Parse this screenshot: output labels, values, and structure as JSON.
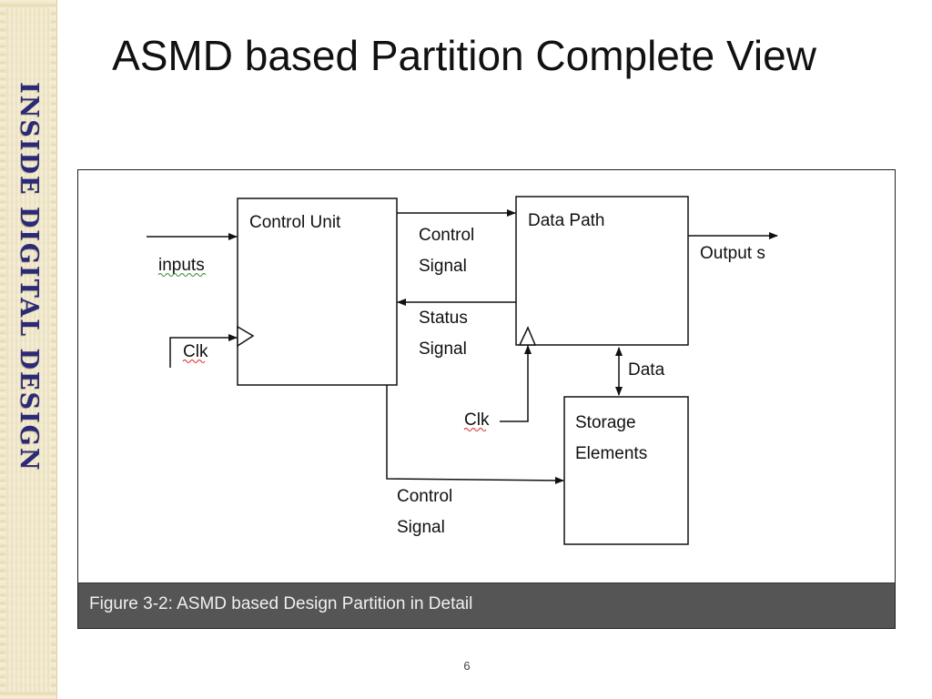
{
  "side_brand": {
    "text": "INSIDE DIGITAL DESIGN"
  },
  "slide": {
    "title": "ASMD based Partition Complete View",
    "page_number": "6"
  },
  "diagram": {
    "blocks": {
      "control_unit": "Control Unit",
      "data_path": "Data Path",
      "storage_line1": "Storage",
      "storage_line2": "Elements"
    },
    "labels": {
      "inputs": "inputs",
      "clk_left": "Clk",
      "control_signal_top_1": "Control",
      "control_signal_top_2": "Signal",
      "status_signal_1": "Status",
      "status_signal_2": "Signal",
      "outputs": "Output s",
      "data": "Data",
      "clk_mid": "Clk",
      "control_signal_bottom_1": "Control",
      "control_signal_bottom_2": "Signal"
    },
    "caption": "Figure 3-2: ASMD based Design Partition in Detail"
  }
}
